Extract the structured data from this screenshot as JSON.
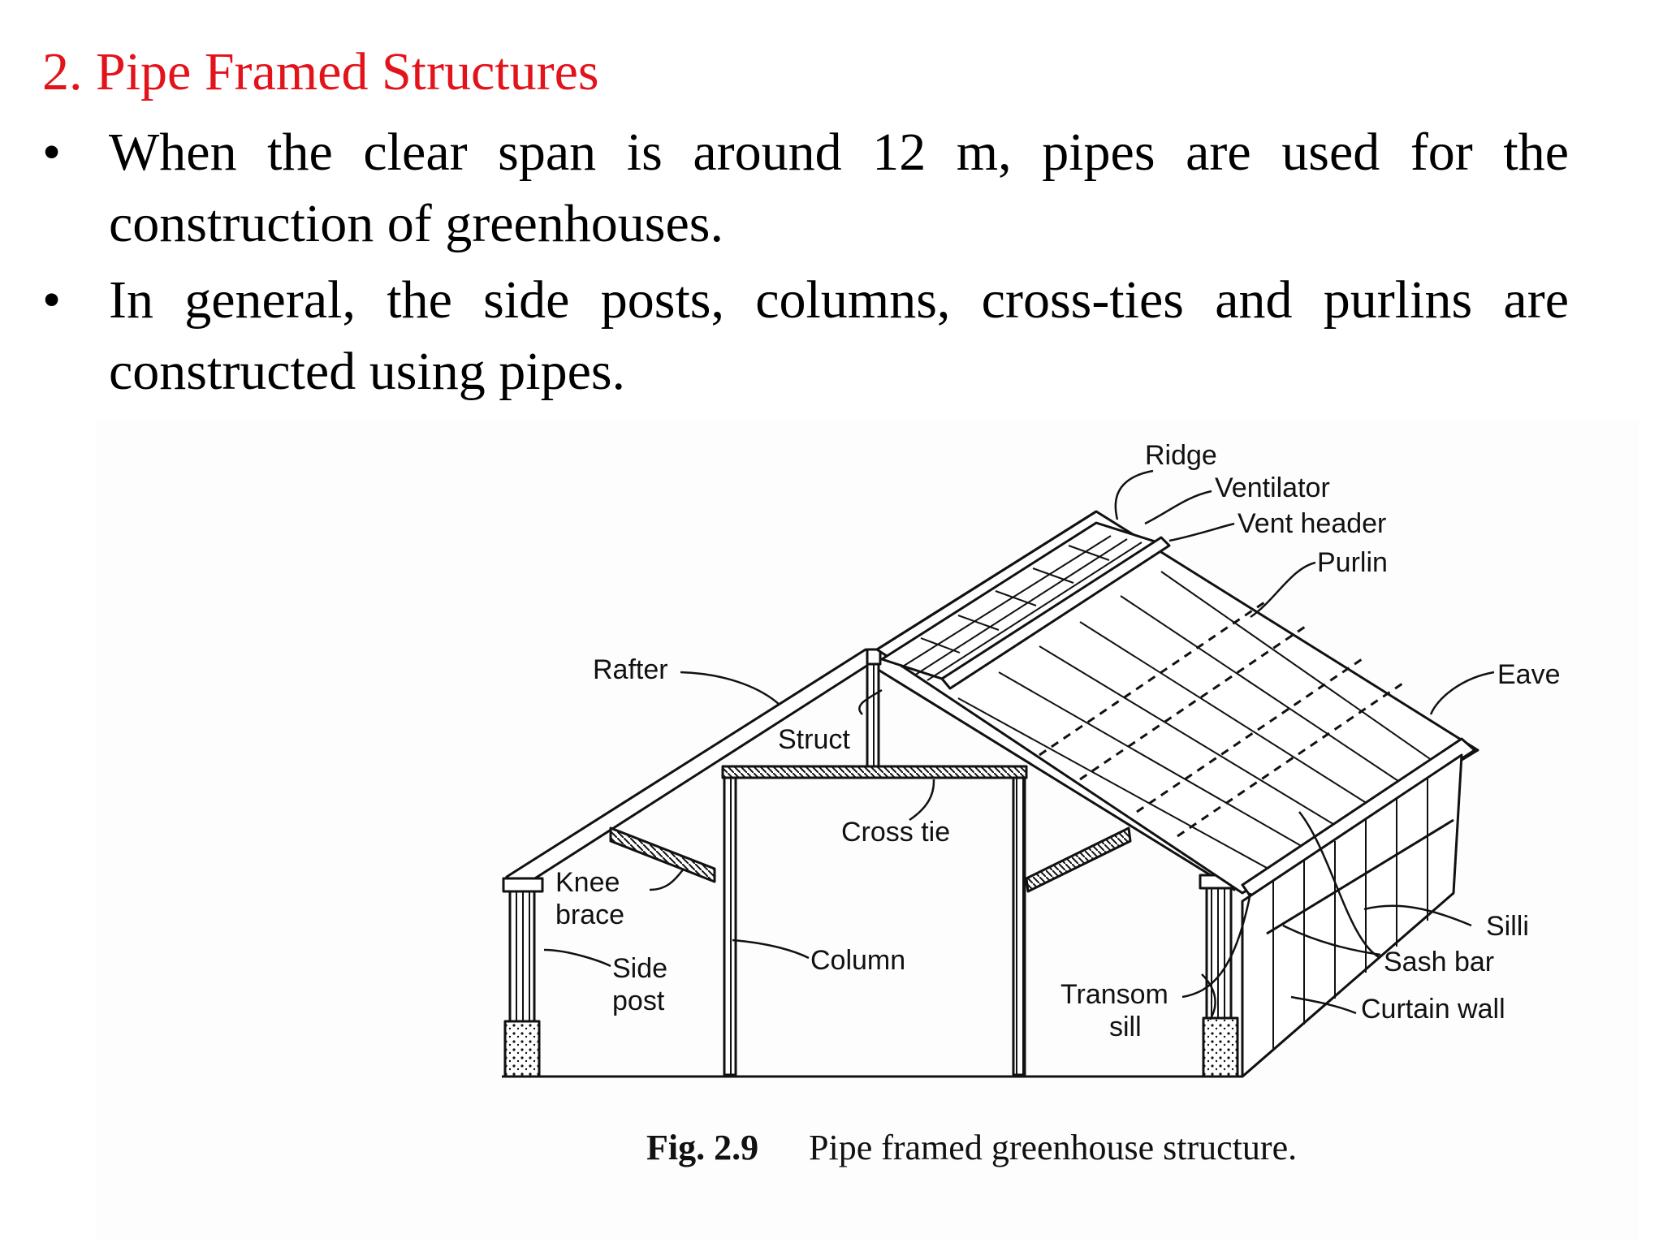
{
  "title": "2. Pipe Framed Structures",
  "bullets": [
    {
      "marker": "•",
      "text": "When the clear span is around 12 m, pipes are used for the construction of greenhouses."
    },
    {
      "marker": "•",
      "text": "In general, the side posts, columns, cross-ties and purlins are constructed using pipes."
    }
  ],
  "figure": {
    "labels": {
      "ridge": "Ridge",
      "ventilator": "Ventilator",
      "vent_header": "Vent header",
      "purlin": "Purlin",
      "rafter": "Rafter",
      "eave": "Eave",
      "strut": "Struct",
      "cross_tie": "Cross tie",
      "knee_brace_1": "Knee",
      "knee_brace_2": "brace",
      "side_post_1": "Side",
      "side_post_2": "post",
      "column": "Column",
      "transom_sill_1": "Transom",
      "transom_sill_2": "sill",
      "sill": "Silli",
      "sash_bar": "Sash bar",
      "curtain_wall": "Curtain wall"
    },
    "caption_number": "Fig. 2.9",
    "caption_text": "Pipe framed greenhouse structure."
  },
  "colors": {
    "title": "#e3131b",
    "text": "#000000",
    "line": "#111111"
  }
}
